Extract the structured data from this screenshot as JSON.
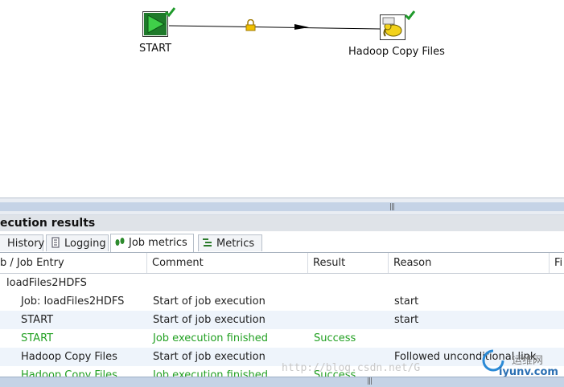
{
  "canvas": {
    "start_label": "START",
    "copy_label": "Hadoop Copy Files",
    "start_icon": "play-triangle-icon",
    "copy_icon": "hadoop-elephant-icon",
    "check_icon": "green-checkmark-icon",
    "hop_icon": "padlock-icon"
  },
  "panel": {
    "title": "ecution results"
  },
  "tabs": [
    {
      "label": "History",
      "icon": "history-icon"
    },
    {
      "label": "Logging",
      "icon": "logging-icon"
    },
    {
      "label": "Job metrics",
      "icon": "job-metrics-icon"
    },
    {
      "label": "Metrics",
      "icon": "metrics-icon"
    }
  ],
  "columns": [
    "b / Job Entry",
    "Comment",
    "Result",
    "Reason",
    "Fi"
  ],
  "rows": [
    {
      "entry": "loadFiles2HDFS",
      "comment": "",
      "result": "",
      "reason": ""
    },
    {
      "entry": "Job: loadFiles2HDFS",
      "comment": "Start of job execution",
      "result": "",
      "reason": "start"
    },
    {
      "entry": "START",
      "comment": "Start of job execution",
      "result": "",
      "reason": "start"
    },
    {
      "entry": "START",
      "comment": "Job execution finished",
      "result": "Success",
      "reason": ""
    },
    {
      "entry": "Hadoop Copy Files",
      "comment": "Start of job execution",
      "result": "",
      "reason": "Followed unconditional link"
    },
    {
      "entry": "Hadoop Copy Files",
      "comment": "Job execution finished",
      "result": "Success",
      "reason": ""
    }
  ],
  "watermark": "http://blog.csdn.net/G",
  "logo_text": {
    "cn": "运维网",
    "en": "iyunv.com"
  },
  "colors": {
    "success": "#22a022",
    "accent": "#c5d3e6"
  }
}
